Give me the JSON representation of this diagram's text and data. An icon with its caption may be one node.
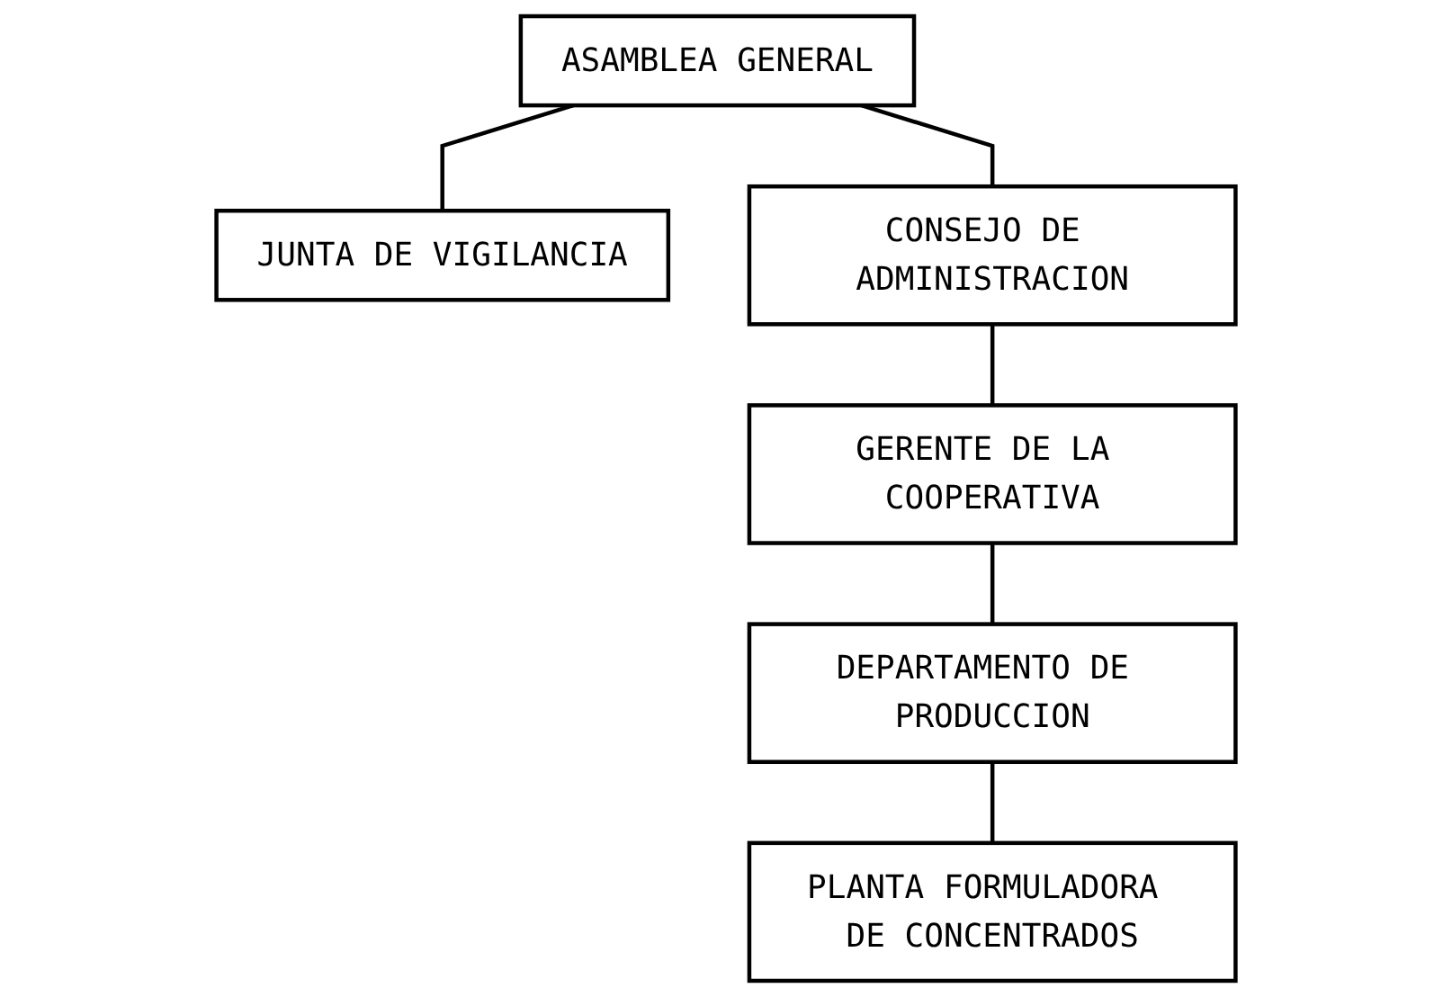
{
  "diagram": {
    "nodes": [
      {
        "text": [
          "ASAMBLEA GENERAL"
        ]
      },
      {
        "text": [
          "JUNTA DE VIGILANCIA"
        ]
      },
      {
        "text": [
          "CONSEJO DE ADMINISTRACION"
        ]
      },
      {
        "text": [
          "GERENTE DE LA COOPERATIVA"
        ]
      },
      {
        "text": [
          "DEPARTAMENTO DE PRODUCCION"
        ]
      },
      {
        "text": [
          "PLANTA FORMULADORA DE CONCENTRADOS"
        ]
      }
    ],
    "edges": [
      {
        "from": 0,
        "to": 1,
        "arrow": "none"
      },
      {
        "from": 0,
        "to": 2,
        "arrow": "none"
      },
      {
        "from": 2,
        "to": 3,
        "arrow": "none"
      },
      {
        "from": 3,
        "to": 4,
        "arrow": "none"
      },
      {
        "from": 4,
        "to": 5,
        "arrow": "none"
      }
    ]
  }
}
